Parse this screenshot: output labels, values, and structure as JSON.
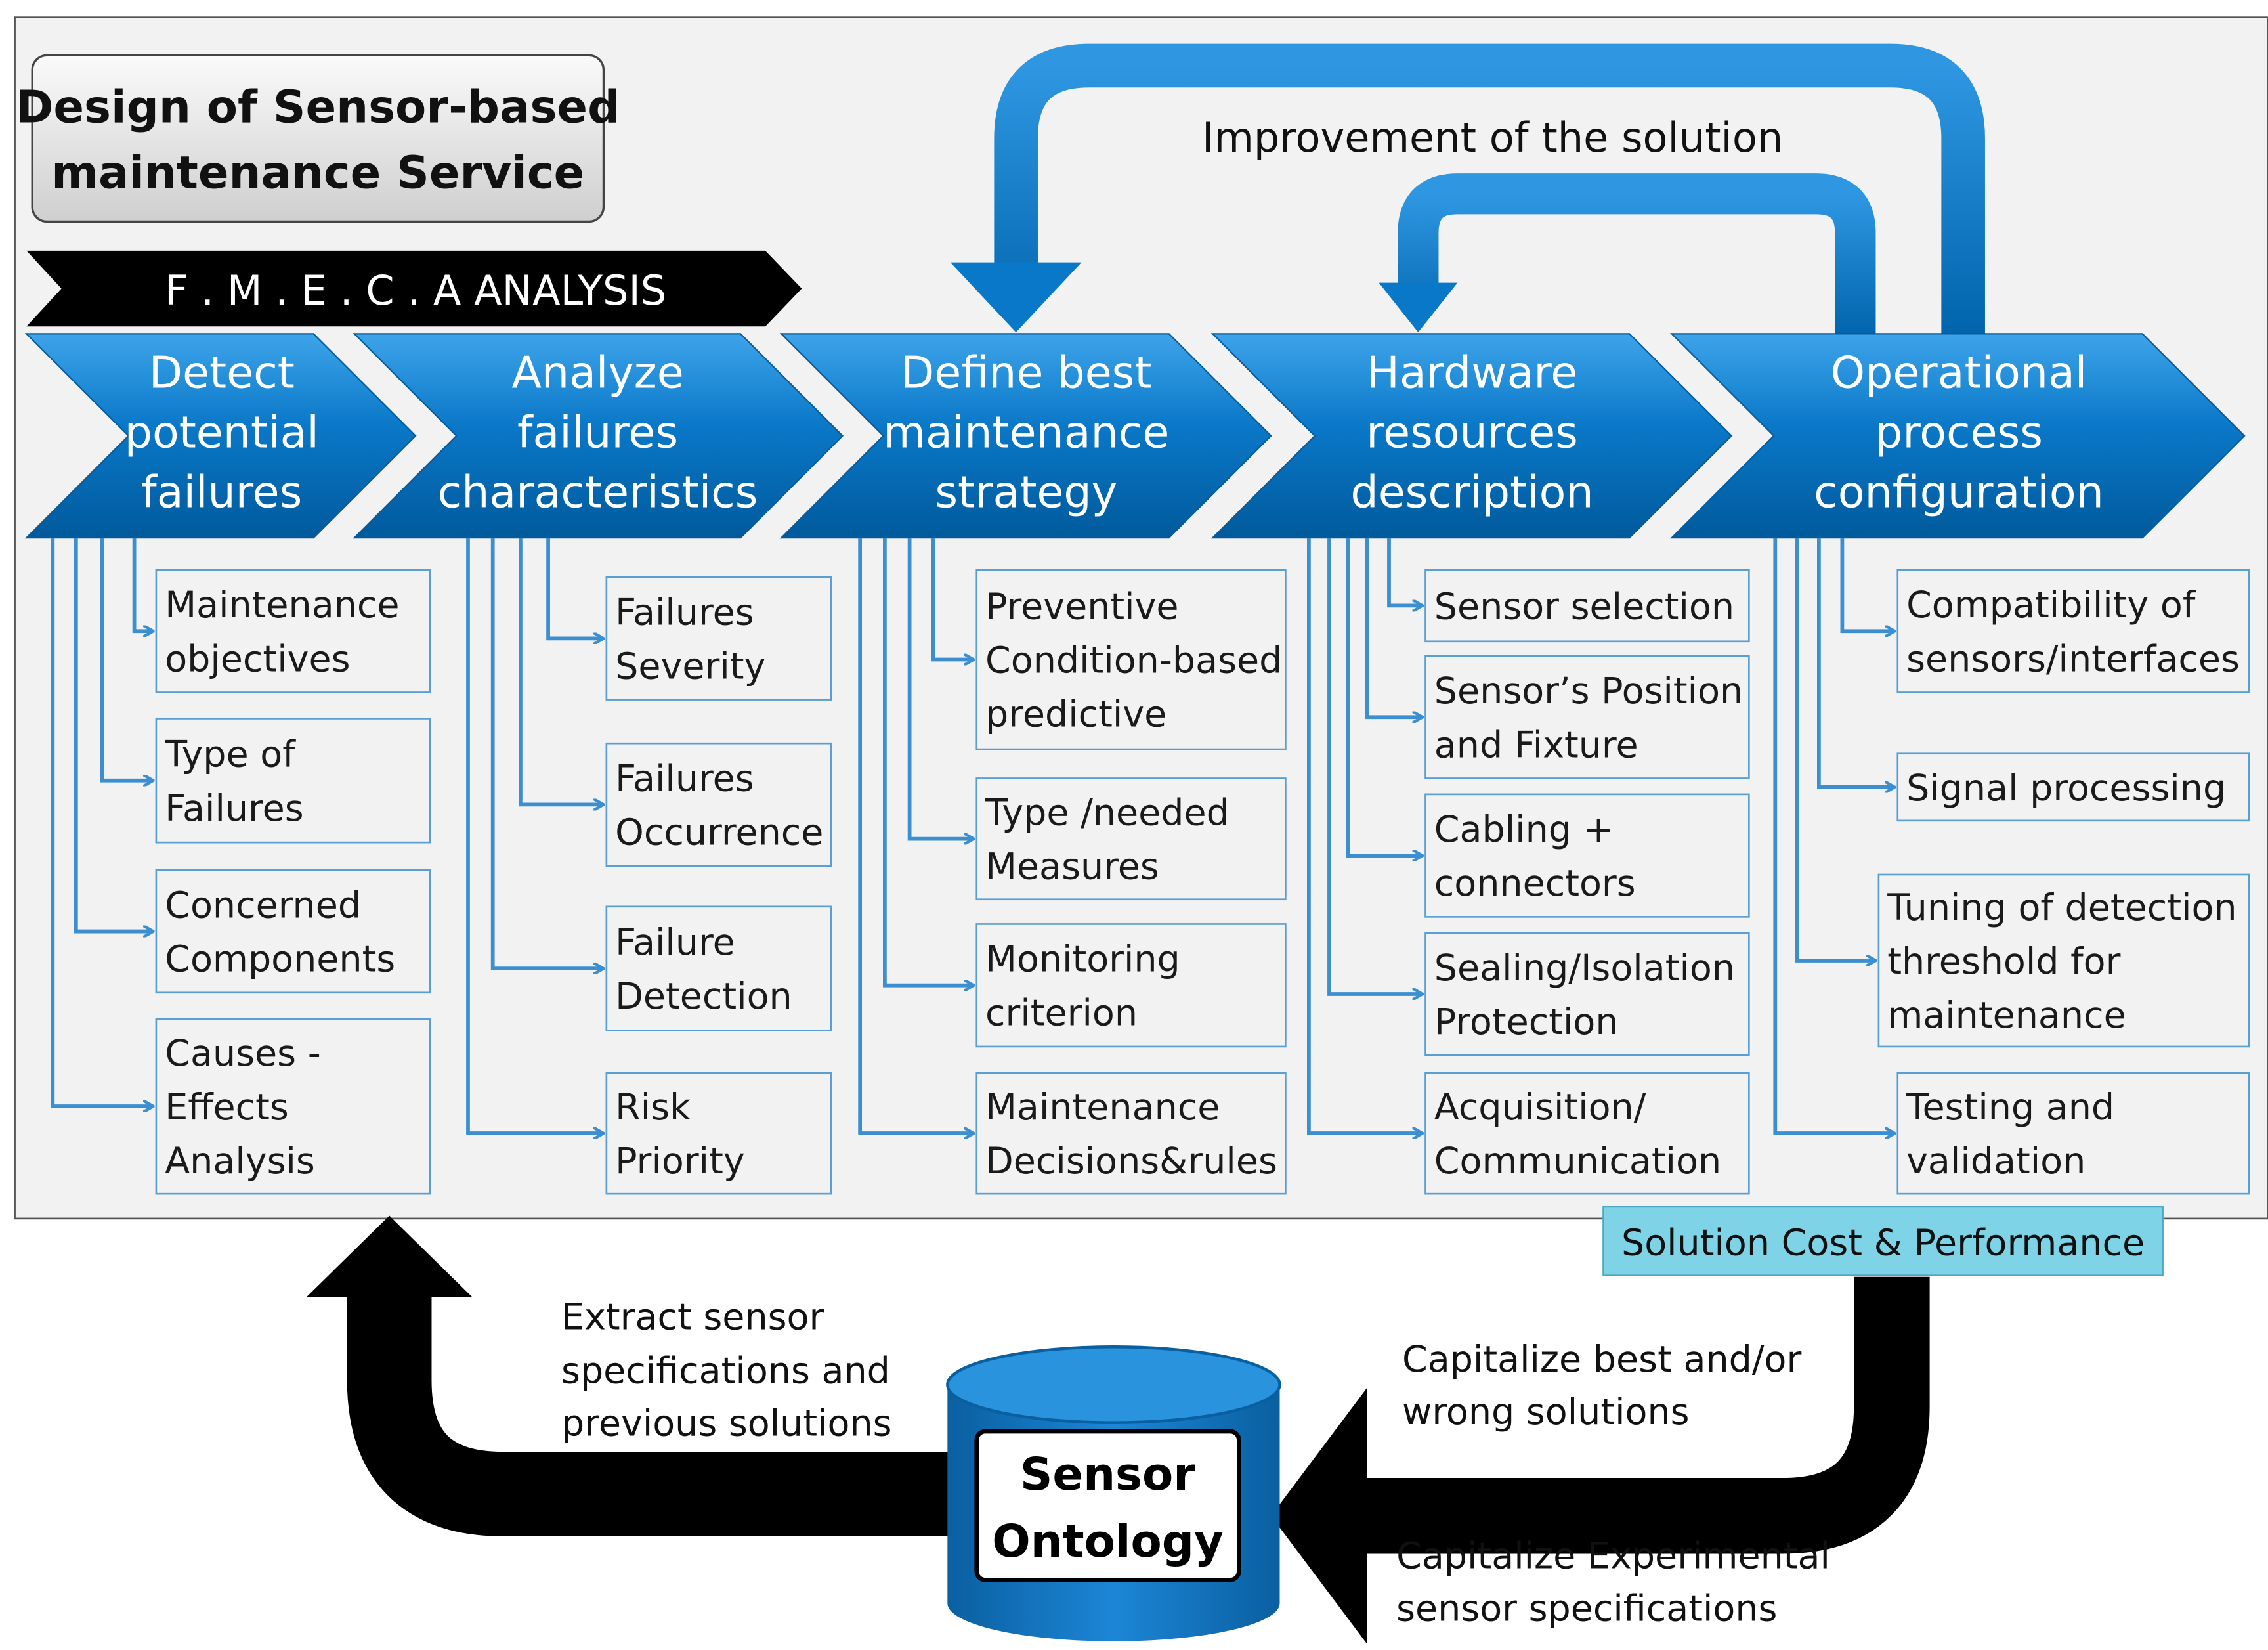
{
  "title": [
    "Design of Sensor-based",
    "maintenance Service"
  ],
  "fmeca_label": "F . M . E . C . A  ANALYSIS",
  "improvement_label": "Improvement of the solution",
  "phases": [
    {
      "label": [
        "Detect",
        "potential",
        "failures"
      ],
      "items": [
        [
          "Maintenance",
          "objectives"
        ],
        [
          "Type of",
          "Failures"
        ],
        [
          "Concerned",
          "Components"
        ],
        [
          "Causes -",
          "Effects",
          "Analysis"
        ]
      ]
    },
    {
      "label": [
        "Analyze",
        "failures",
        "characteristics"
      ],
      "items": [
        [
          "Failures",
          "Severity"
        ],
        [
          "Failures",
          "Occurrence"
        ],
        [
          "Failure",
          "Detection"
        ],
        [
          "Risk",
          "Priority"
        ]
      ]
    },
    {
      "label": [
        "Define best",
        "maintenance",
        "strategy"
      ],
      "items": [
        [
          "Preventive",
          "Condition-based",
          "predictive"
        ],
        [
          "Type /needed",
          "Measures"
        ],
        [
          "Monitoring",
          "criterion"
        ],
        [
          "Maintenance",
          "Decisions&rules"
        ]
      ]
    },
    {
      "label": [
        "Hardware",
        "resources",
        "description"
      ],
      "items": [
        [
          "Sensor selection"
        ],
        [
          "Sensor’s Position",
          "and Fixture"
        ],
        [
          "Cabling +",
          "connectors"
        ],
        [
          "Sealing/Isolation",
          "Protection"
        ],
        [
          "Acquisition/",
          "Communication"
        ]
      ]
    },
    {
      "label": [
        "Operational",
        "process",
        "configuration"
      ],
      "items": [
        [
          "Compatibility of",
          "sensors/interfaces"
        ],
        [
          "Signal processing"
        ],
        [
          "Tuning of detection",
          "threshold for",
          "maintenance"
        ],
        [
          "Testing and",
          "validation"
        ]
      ]
    }
  ],
  "solution_cost_label": "Solution Cost & Performance",
  "extract_label": [
    "Extract sensor",
    "specifications and",
    "previous solutions"
  ],
  "capitalize_best_label": [
    "Capitalize best and/or",
    "wrong solutions"
  ],
  "capitalize_exp_label": [
    "Capitalize Experimental",
    "sensor specifications"
  ],
  "ontology_label": [
    "Sensor",
    "Ontology"
  ],
  "colors": {
    "phase_blue": "#0a78c8",
    "dark_blue": "#005a9c",
    "connector": "#3b8fd1",
    "item_border": "#5a9fd4",
    "cost_fill": "#7fd3e6",
    "panel_fill": "#f2f2f2"
  }
}
